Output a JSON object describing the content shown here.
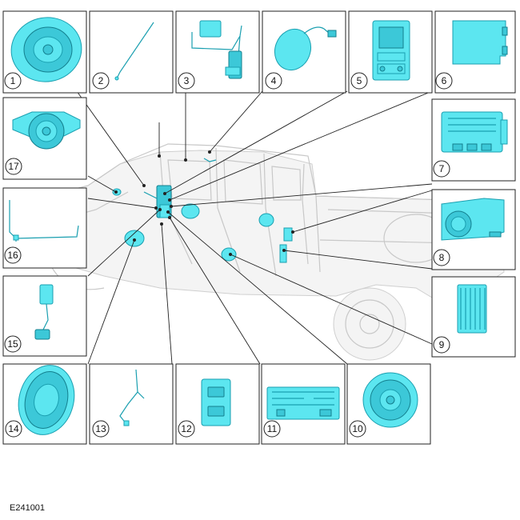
{
  "figure_id": "E241001",
  "callouts": [
    "1",
    "2",
    "3",
    "4",
    "5",
    "6",
    "7",
    "8",
    "9",
    "10",
    "11",
    "12",
    "13",
    "14",
    "15",
    "16",
    "17"
  ],
  "colors": {
    "part_fill": "#5ce6f0",
    "part_stroke": "#1a9fb0",
    "frame": "#222222",
    "vehicle_ghost": "#c8c8c8"
  }
}
